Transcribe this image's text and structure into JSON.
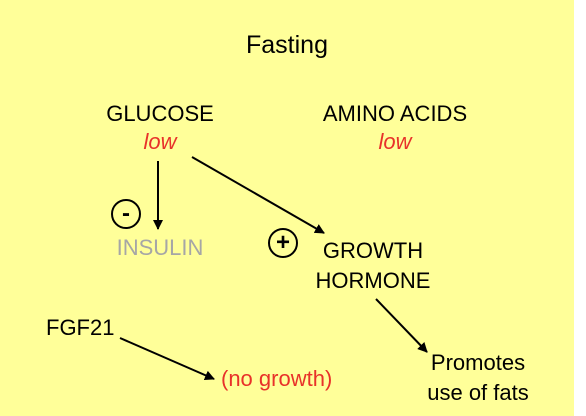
{
  "title": "Fasting",
  "nodes": {
    "glucose": {
      "label": "GLUCOSE",
      "level": "low"
    },
    "amino_acids": {
      "label": "AMINO ACIDS",
      "level": "low"
    },
    "insulin": {
      "label": "INSULIN"
    },
    "growth_hormone": {
      "line1": "GROWTH",
      "line2": "HORMONE"
    },
    "fgf21": {
      "label": "FGF21"
    },
    "no_growth": {
      "label": "(no growth)"
    },
    "promotes_fats": {
      "line1": "Promotes",
      "line2": "use of fats"
    }
  },
  "signs": {
    "inhibit": "-",
    "stimulate": "+"
  },
  "colors": {
    "background": "#ffff99",
    "accent_red": "#e8322a",
    "inactive_gray": "#a6a6a6",
    "text": "#000000"
  }
}
